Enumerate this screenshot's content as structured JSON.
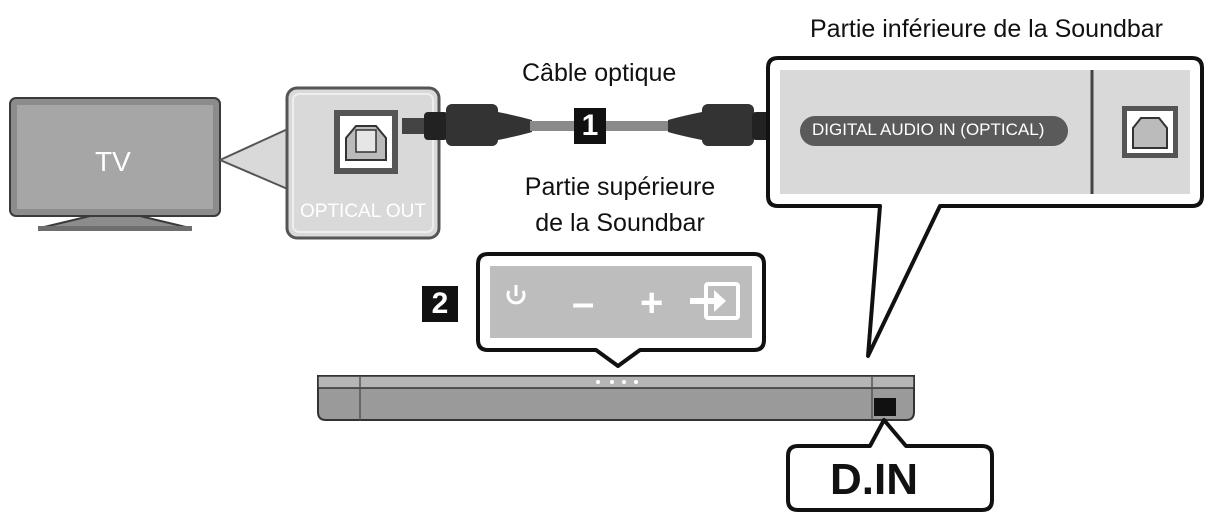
{
  "tv": {
    "label": "TV"
  },
  "tv_port": {
    "label": "OPTICAL OUT"
  },
  "cable": {
    "label": "Câble optique",
    "step": "1"
  },
  "bottom_callout": {
    "title": "Partie inférieure de la Soundbar",
    "port_label": "DIGITAL AUDIO IN (OPTICAL)"
  },
  "top_callout": {
    "title_line1": "Partie supérieure",
    "title_line2": "de la Soundbar",
    "step": "2"
  },
  "buttons": {
    "power": "power-icon",
    "minus": "–",
    "plus": "+",
    "source": "source-icon"
  },
  "din": {
    "label": "D.IN"
  },
  "colors": {
    "panel": "#d9d9d9",
    "panel_border": "#555555",
    "soundbar": "#9a9a9a",
    "outline": "#111111"
  }
}
